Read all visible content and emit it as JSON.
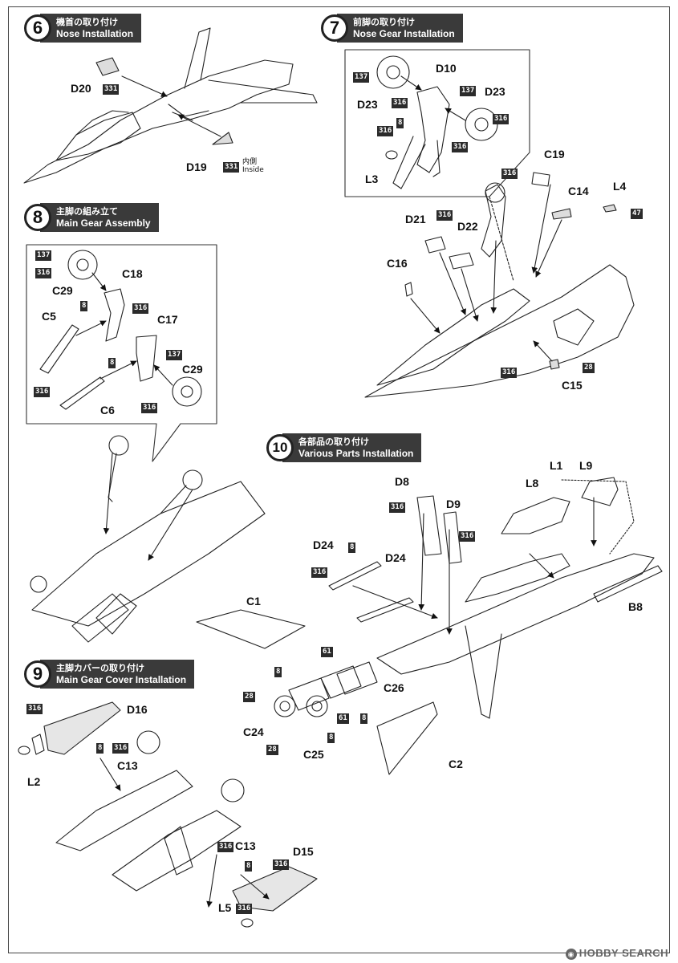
{
  "steps": [
    {
      "number": "6",
      "title_jp": "機首の取り付け",
      "title_en": "Nose Installation"
    },
    {
      "number": "7",
      "title_jp": "前脚の取り付け",
      "title_en": "Nose Gear Installation"
    },
    {
      "number": "8",
      "title_jp": "主脚の組み立て",
      "title_en": "Main Gear Assembly"
    },
    {
      "number": "9",
      "title_jp": "主脚カバーの取り付け",
      "title_en": "Main Gear Cover Installation"
    },
    {
      "number": "10",
      "title_jp": "各部品の取り付け",
      "title_en": "Various Parts Installation"
    }
  ],
  "labels": {
    "d20": "D20",
    "d19": "D19",
    "d10": "D10",
    "d23a": "D23",
    "d23b": "D23",
    "l3": "L3",
    "c19": "C19",
    "c14": "C14",
    "l4": "L4",
    "d21": "D21",
    "d22": "D22",
    "c16": "C16",
    "c15": "C15",
    "c18": "C18",
    "c29a": "C29",
    "c29b": "C29",
    "c5": "C5",
    "c17": "C17",
    "c6": "C6",
    "d8": "D8",
    "d9": "D9",
    "l1": "L1",
    "l9": "L9",
    "l8": "L8",
    "d24a": "D24",
    "d24b": "D24",
    "c1": "C1",
    "b8": "B8",
    "c26": "C26",
    "c24": "C24",
    "c25": "C25",
    "c2": "C2",
    "d16": "D16",
    "c13a": "C13",
    "c13b": "C13",
    "l2": "L2",
    "d15": "D15",
    "l5": "L5"
  },
  "paint": {
    "p331a": "331",
    "p331b": "331",
    "p137a": "137",
    "p316a": "316",
    "p8a": "8",
    "p137b": "137",
    "p316b": "316",
    "p316c": "316",
    "p316d": "316",
    "p316e": "316",
    "p316f": "316",
    "p47": "47",
    "p316g": "316",
    "p28a": "28",
    "p137c": "137",
    "p316h": "316",
    "p8b": "8",
    "p316i": "316",
    "p316j": "316",
    "p8c": "8",
    "p137d": "137",
    "p316k": "316",
    "p316l": "316",
    "p316m": "316",
    "p8d": "8",
    "p316n": "316",
    "p61a": "61",
    "p8e": "8",
    "p28b": "28",
    "p61b": "61",
    "p8f": "8",
    "p8g": "8",
    "p28c": "28",
    "p316o": "316",
    "p8h": "8",
    "p316p": "316",
    "p316q": "316",
    "p8i": "8",
    "p316r": "316",
    "p316s": "316"
  },
  "notes": {
    "inside_jp": "内側",
    "inside_en": "Inside"
  },
  "watermark": "HOBBY SEARCH",
  "colors": {
    "header_bg": "#3a3a3a",
    "paint_bg": "#2b2b2b"
  }
}
